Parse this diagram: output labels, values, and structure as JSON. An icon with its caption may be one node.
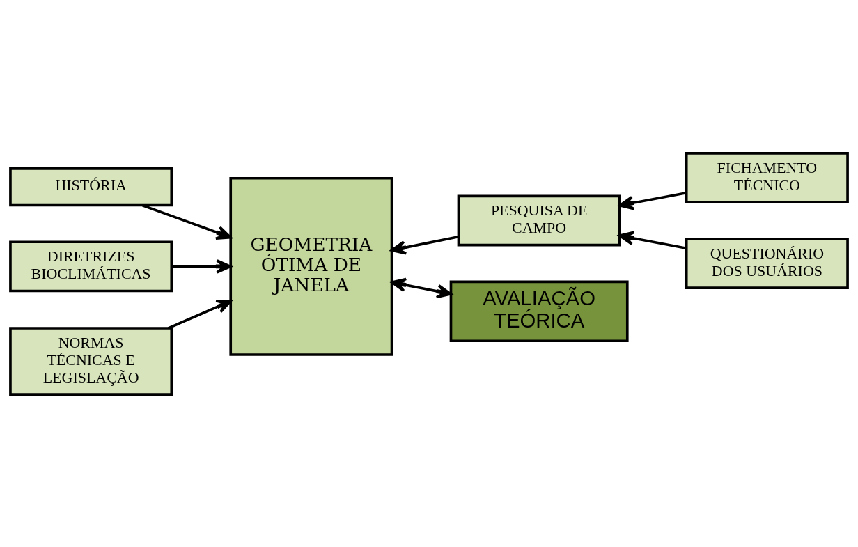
{
  "diagram": {
    "nodes": [
      {
        "text": [
          "HISTÓRIA"
        ]
      },
      {
        "text": [
          "DIRETRIZES BIOCLIMÁTICAS"
        ]
      },
      {
        "text": [
          "NORMAS TÉCNICAS E LEGISLAÇÃO"
        ]
      },
      {
        "text": [
          "GEOMETRIA ÓTIMA DE JANELA"
        ]
      },
      {
        "text": [
          "PESQUISA DE CAMPO"
        ]
      },
      {
        "text": [
          "FICHAMENTO TÉCNICO"
        ]
      },
      {
        "text": [
          "QUESTIONÁRIO DOS USUÁRIOS"
        ]
      },
      {
        "text": [
          "AVALIAÇÃO TEÓRICA"
        ]
      }
    ],
    "edges": [
      {
        "from": 0,
        "to": 3,
        "arrow": "to"
      },
      {
        "from": 1,
        "to": 3,
        "arrow": "to"
      },
      {
        "from": 2,
        "to": 3,
        "arrow": "to"
      },
      {
        "from": 4,
        "to": 3,
        "arrow": "to"
      },
      {
        "from": 5,
        "to": 4,
        "arrow": "to"
      },
      {
        "from": 6,
        "to": 4,
        "arrow": "to"
      },
      {
        "from": 3,
        "to": 7,
        "arrow": "both"
      }
    ]
  }
}
